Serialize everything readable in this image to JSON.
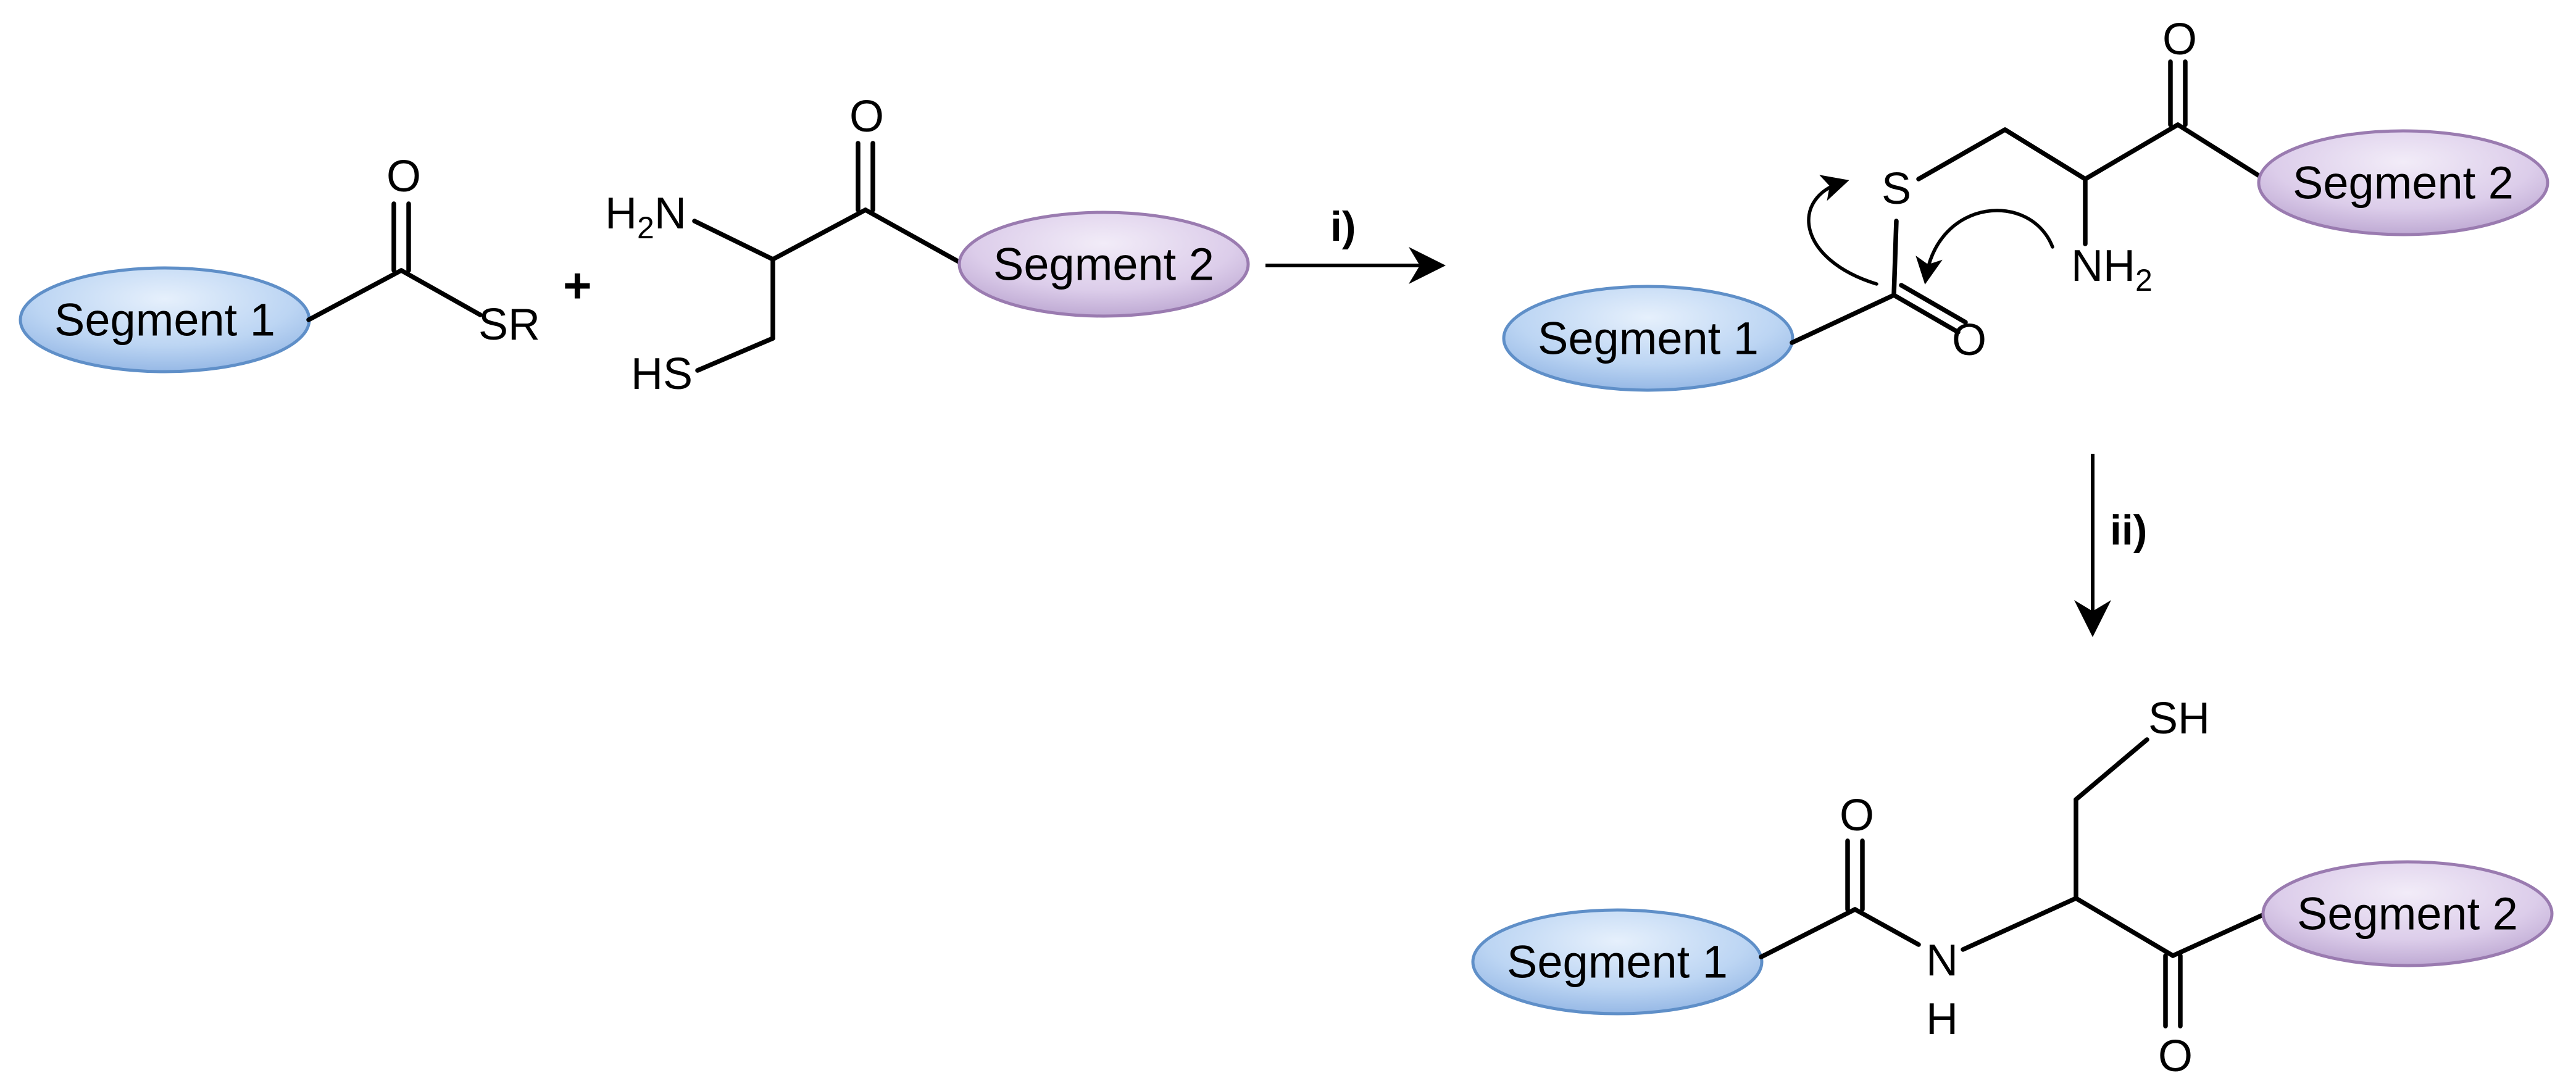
{
  "labels": {
    "segment1": "Segment 1",
    "segment2": "Segment 2",
    "plus": "+",
    "step_i": "i)",
    "step_ii": "ii)"
  },
  "atoms": {
    "O": "O",
    "SR": "SR",
    "H": "H",
    "N": "N",
    "S": "S",
    "HS": "HS",
    "SH": "SH",
    "NH": "NH",
    "sub2": "2"
  },
  "colors": {
    "segment1_fill": "#bcd5f3",
    "segment1_stroke": "#5f8fc8",
    "segment2_fill": "#dccdea",
    "segment2_stroke": "#9a7bb0"
  }
}
